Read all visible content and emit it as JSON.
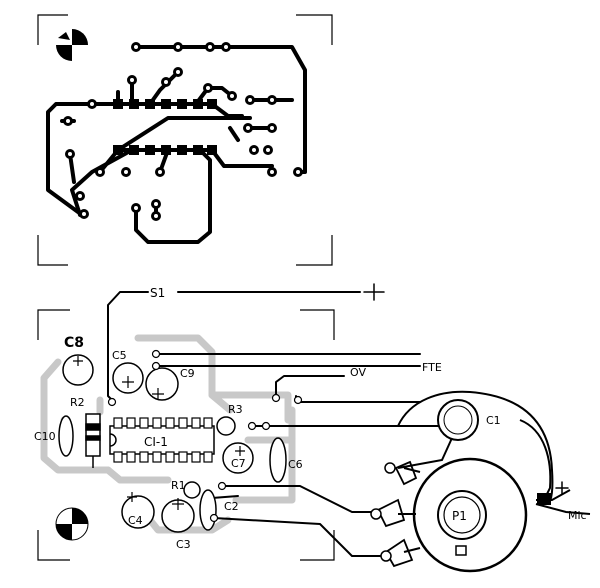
{
  "labels": {
    "s1": "S1",
    "plus_top": "+",
    "c8": "C8",
    "c5": "C5",
    "c9": "C9",
    "r2": "R2",
    "r3": "R3",
    "c10": "C10",
    "ci1": "CI-1",
    "c7": "C7",
    "c6": "C6",
    "r1": "R1",
    "c4": "C4",
    "c2": "C2",
    "c3": "C3",
    "ov": "OV",
    "fte": "FTE",
    "c1": "C1",
    "p1": "P1",
    "plus_mic": "+",
    "mic": "Mic"
  }
}
